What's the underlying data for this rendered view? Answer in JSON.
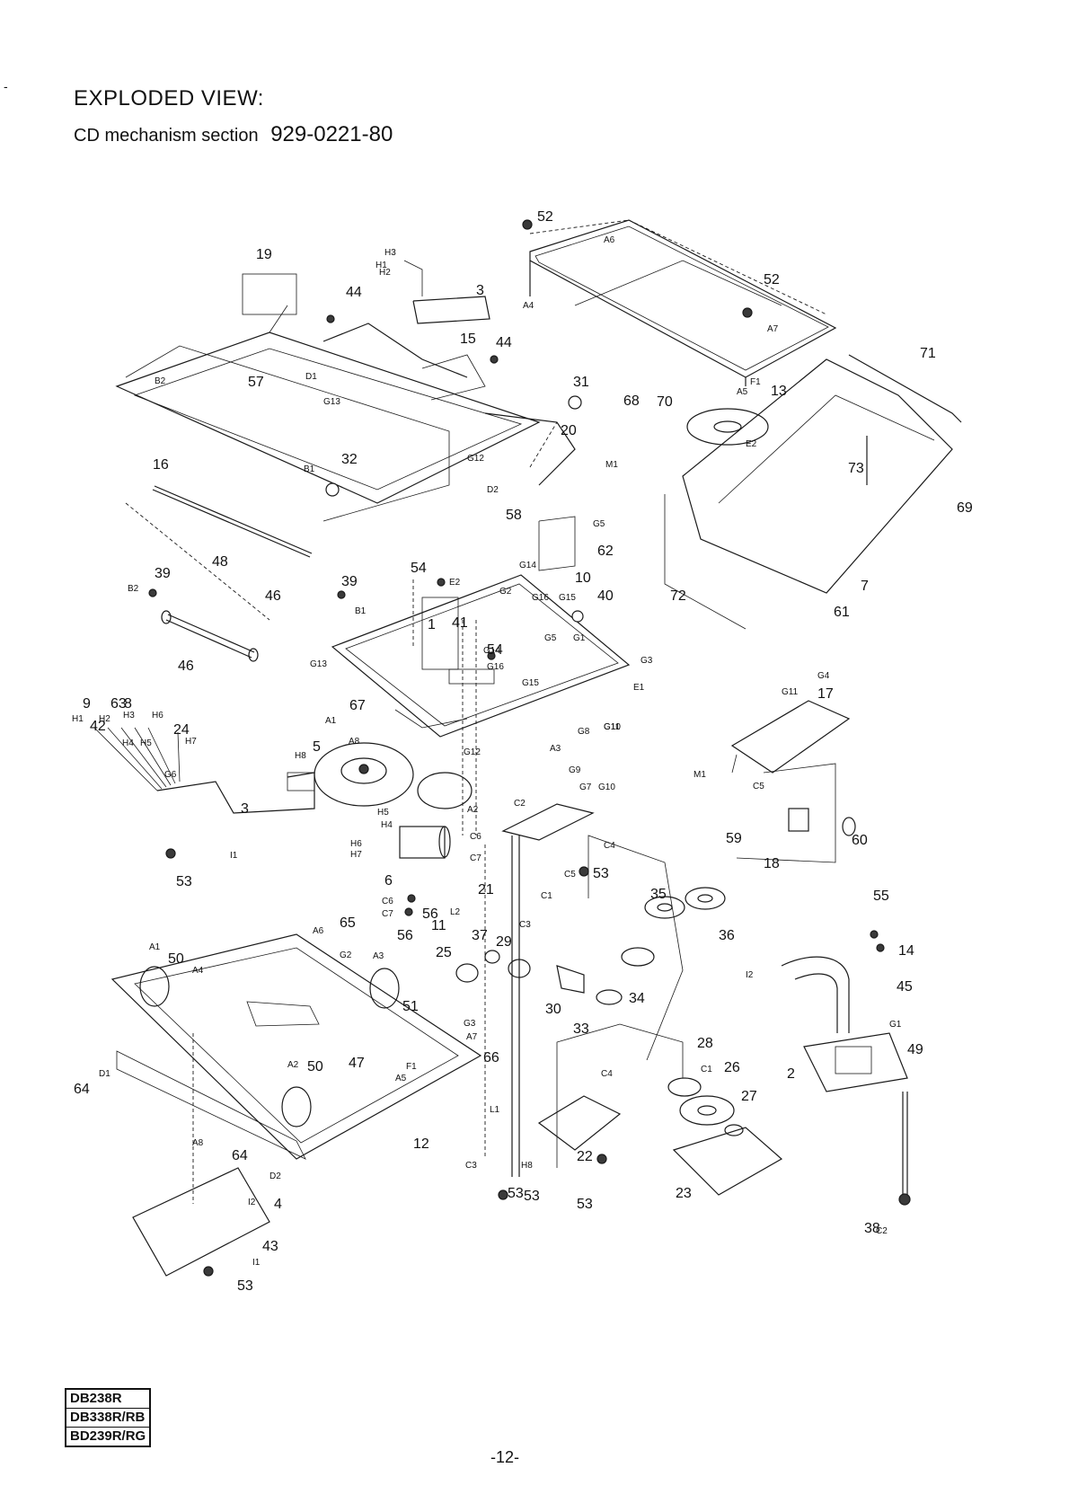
{
  "header": {
    "title": "EXPLODED VIEW:",
    "section_label": "CD mechanism section",
    "section_number": "929-0221-80"
  },
  "models": [
    "DB238R",
    "DB338R/RB",
    "BD239R/RG"
  ],
  "page_number": "-12-",
  "margin_mark": "-",
  "part_numbers": [
    "1",
    "2",
    "3",
    "3",
    "4",
    "5",
    "6",
    "7",
    "8",
    "9",
    "10",
    "11",
    "12",
    "13",
    "14",
    "15",
    "16",
    "17",
    "18",
    "19",
    "20",
    "21",
    "22",
    "23",
    "24",
    "25",
    "26",
    "27",
    "28",
    "29",
    "30",
    "31",
    "32",
    "33",
    "34",
    "35",
    "36",
    "37",
    "38",
    "39",
    "39",
    "40",
    "41",
    "42",
    "43",
    "44",
    "44",
    "45",
    "46",
    "46",
    "47",
    "48",
    "49",
    "50",
    "50",
    "51",
    "52",
    "52",
    "53",
    "53",
    "53",
    "53",
    "53",
    "53",
    "54",
    "54",
    "55",
    "56",
    "56",
    "57",
    "58",
    "59",
    "60",
    "61",
    "62",
    "63",
    "64",
    "64",
    "65",
    "66",
    "67",
    "68",
    "69",
    "70",
    "71",
    "72",
    "73"
  ],
  "connection_refs": [
    "A1",
    "A1",
    "A2",
    "A2",
    "A3",
    "A3",
    "A4",
    "A4",
    "A5",
    "A5",
    "A6",
    "A6",
    "A7",
    "A7",
    "A8",
    "A8",
    "B1",
    "B1",
    "B2",
    "B2",
    "C1",
    "C1",
    "C2",
    "C2",
    "C3",
    "C3",
    "C4",
    "C4",
    "C5",
    "C5",
    "C6",
    "C6",
    "C7",
    "C7",
    "D1",
    "D1",
    "D2",
    "D2",
    "E1",
    "E2",
    "E2",
    "F1",
    "F1",
    "G1",
    "G1",
    "G2",
    "G2",
    "G3",
    "G3",
    "G4",
    "G5",
    "G5",
    "G6",
    "G7",
    "G8",
    "G9",
    "G10",
    "G10",
    "G11",
    "G11",
    "G12",
    "G12",
    "G13",
    "G13",
    "G14",
    "G14",
    "G15",
    "G15",
    "G16",
    "G16",
    "H1",
    "H1",
    "H2",
    "H2",
    "H3",
    "H3",
    "H4",
    "H4",
    "H5",
    "H5",
    "H6",
    "H6",
    "H7",
    "H7",
    "H8",
    "H8",
    "I1",
    "I1",
    "I2",
    "I2",
    "L1",
    "L2",
    "M1",
    "M1"
  ]
}
